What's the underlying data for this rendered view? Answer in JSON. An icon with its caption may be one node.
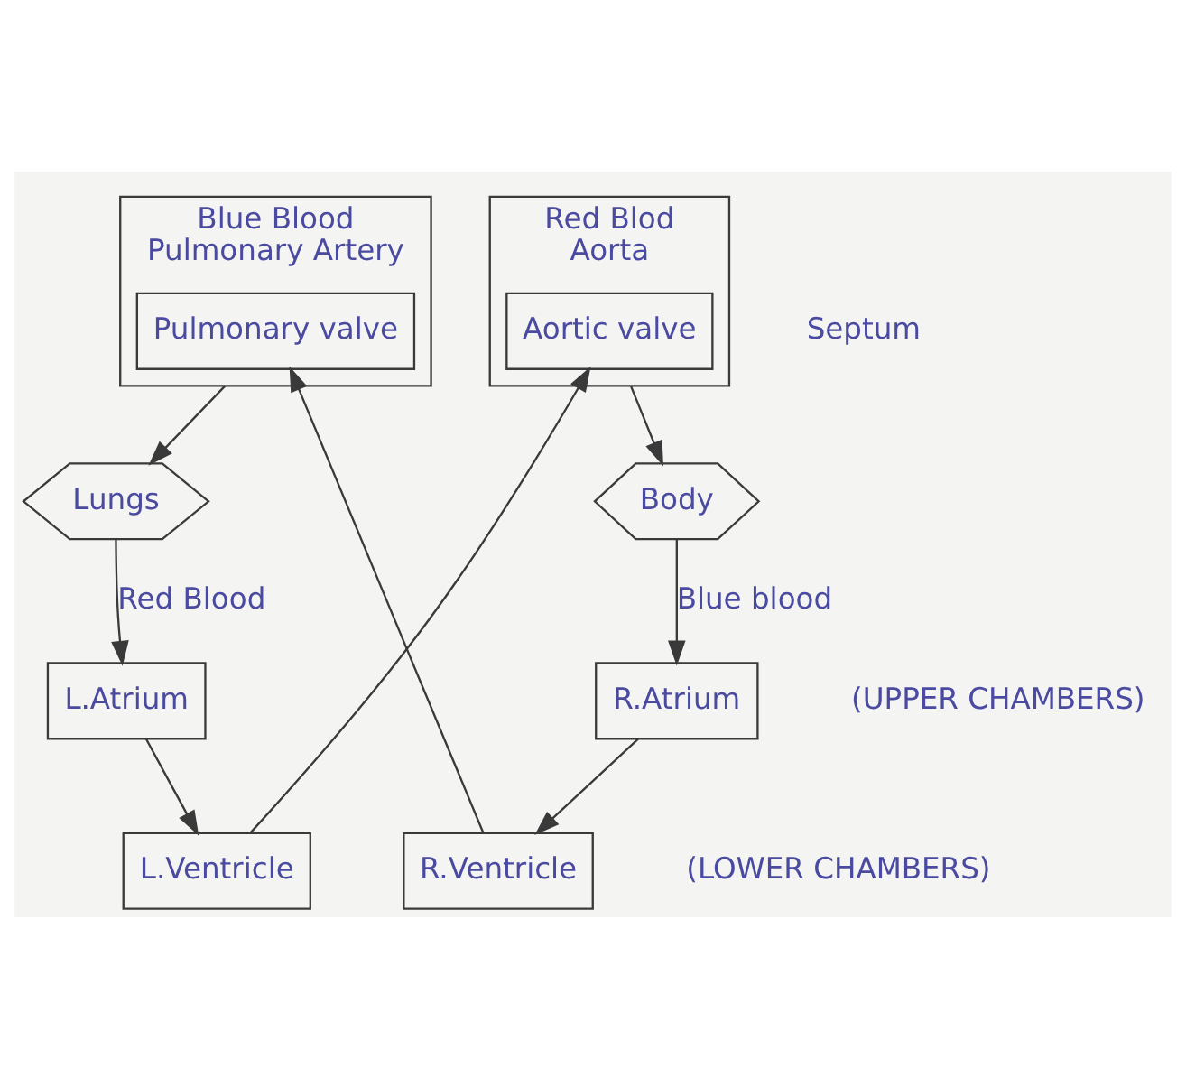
{
  "diagram": {
    "nodes": [
      {
        "text": [
          "Lungs"
        ]
      },
      {
        "text": [
          "Body"
        ]
      },
      {
        "text": [
          "R.Atrium"
        ]
      },
      {
        "text": [
          "L.Atrium"
        ]
      },
      {
        "text": [
          "R.Ventricle"
        ]
      },
      {
        "text": [
          "L.Ventricle"
        ]
      },
      {
        "text": [
          "Blue Blood"
        ],
        "beside": [
          "Pulmonary Artery"
        ]
      },
      {
        "text": [
          "Pulmonary valve"
        ],
        "in": 6
      },
      {
        "text": [
          "Red Blod"
        ],
        "beside": [
          "Aorta"
        ]
      },
      {
        "text": [
          "Aortic valve"
        ],
        "in": 8
      }
    ],
    "edges": [
      {
        "from": 1,
        "to": 2,
        "arrow": "to",
        "label": "Blue blood"
      },
      {
        "from": 0,
        "to": 3,
        "arrow": "to",
        "label": "Red Blood"
      },
      {
        "from": 2,
        "to": 4,
        "arrow": "to"
      },
      {
        "from": 3,
        "to": 5,
        "arrow": "to"
      },
      {
        "from": 4,
        "to": 7,
        "arrow": "to"
      },
      {
        "from": 5,
        "to": 9,
        "arrow": "to"
      },
      {
        "from": 6,
        "to": 0,
        "arrow": "to"
      },
      {
        "from": 8,
        "to": 1,
        "arrow": "to"
      }
    ],
    "labels": [
      "(UPPER CHAMBERS)",
      "(LOWER CHAMBERS)",
      "Septum"
    ]
  }
}
